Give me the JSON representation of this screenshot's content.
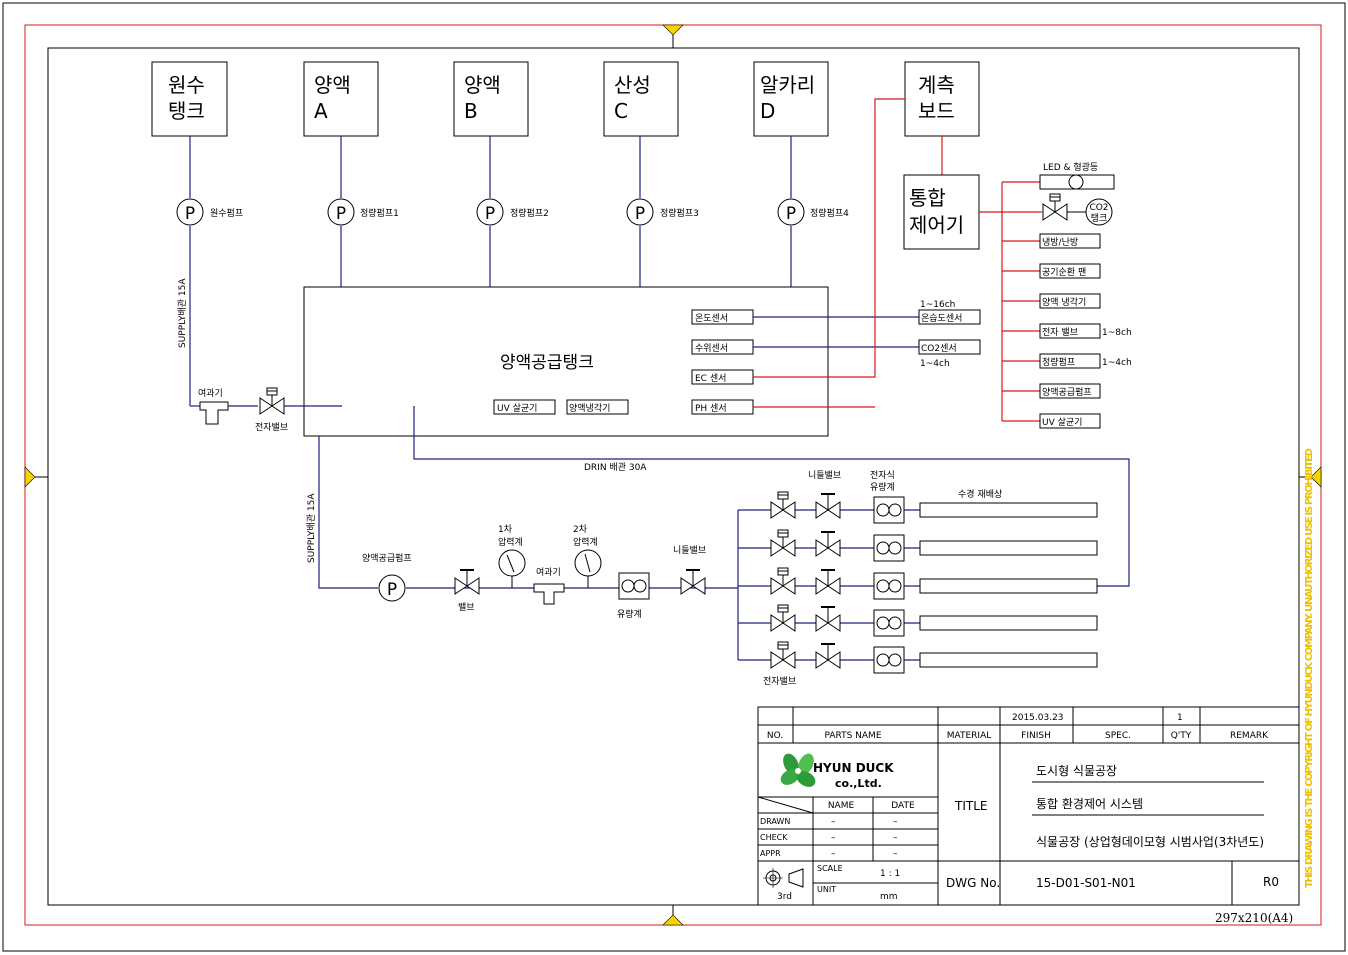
{
  "tanks": [
    {
      "line1": "원수",
      "line2": "탱크"
    },
    {
      "line1": "양액",
      "line2": "A"
    },
    {
      "line1": "양액",
      "line2": "B"
    },
    {
      "line1": "산성",
      "line2": "C"
    },
    {
      "line1": "알카리",
      "line2": "D"
    }
  ],
  "measure_board": {
    "line1": "계측",
    "line2": "보드"
  },
  "controller": {
    "line1": "통합",
    "line2": "제어기"
  },
  "pumps": [
    "원수펌프",
    "정량펌프1",
    "정량펌프2",
    "정량펌프3",
    "정량펌프4"
  ],
  "pump_symbol": "P",
  "supply_tank": {
    "title": "양액공급탱크",
    "sensors": [
      "온도센서",
      "수위센서",
      "EC 센서",
      "PH 센서"
    ],
    "uv": "UV 살균기",
    "cooler": "양액냉각기"
  },
  "external_sensors": {
    "temp_humidity": "온습도센서",
    "temp_humidity_ch": "1~16ch",
    "co2": "CO2센서",
    "co2_ch": "1~4ch"
  },
  "outputs": {
    "led": "LED & 형광등",
    "co2_tank_l1": "CO2",
    "co2_tank_l2": "탱크",
    "items": [
      "냉방/난방",
      "공기순환 팬",
      "양액 냉각기",
      "전자 밸브",
      "정량펌프",
      "양액공급펌프",
      "UV 살균기"
    ],
    "valve_ch": "1~8ch",
    "pump_ch": "1~4ch"
  },
  "piping": {
    "supply_top": "SUPPLY배관 15A",
    "supply_bottom": "SUPPLY배관 15A",
    "filter_top": "여과기",
    "solenoid_top": "전자밸브",
    "drain": "DRIN 배관 30A",
    "supply_pump": "양액공급펌프",
    "valve": "밸브",
    "gauge1_l1": "1차",
    "gauge1_l2": "압력계",
    "gauge2_l1": "2차",
    "gauge2_l2": "압력계",
    "filter_bottom": "여과기",
    "flowmeter": "유량계",
    "needle_main": "니들밸브",
    "needle_branch": "니들밸브",
    "e_flow_l1": "전자식",
    "e_flow_l2": "유량계",
    "beds": "수경 재배상",
    "solenoid_bottom": "전자밸브"
  },
  "title_block": {
    "date": "2015.03.23",
    "qty": "1",
    "headers": [
      "NO.",
      "PARTS NAME",
      "MATERIAL",
      "FINISH",
      "SPEC.",
      "Q'TY",
      "REMARK"
    ],
    "company_l1": "HYUN DUCK",
    "company_l2": "co.,Ltd.",
    "name_label": "NAME",
    "date_label": "DATE",
    "rows": [
      {
        "label": "DRAWN",
        "name": "–",
        "date": "–"
      },
      {
        "label": "CHECK",
        "name": "–",
        "date": "–"
      },
      {
        "label": "APPR",
        "name": "–",
        "date": "–"
      }
    ],
    "title_label": "TITLE",
    "title_lines": [
      "도시형 식물공장",
      "통합 환경제어 시스템",
      "식물공장 (상업형데이모형 시범사업(3차년도)"
    ],
    "scale_label": "SCALE",
    "scale": "1 : 1",
    "unit_label": "UNIT",
    "unit": "mm",
    "projection": "3rd",
    "dwg_label": "DWG No.",
    "dwg_no": "15-D01-S01-N01",
    "rev": "R0"
  },
  "paper_size": "297x210(A4)",
  "copyright": "THIS DRAWING IS THE COPYRIGHT OF HYUNDUCK COMPANY. UNAUTHORIZED USE IS PROHIBITED",
  "colors": {
    "pipe": "#1a237e",
    "signal": "#d81b1b",
    "border_red": "#d81b1b",
    "marker": "#f5d300",
    "copyright": "#f0c000",
    "logo": "#2e9b3a"
  }
}
